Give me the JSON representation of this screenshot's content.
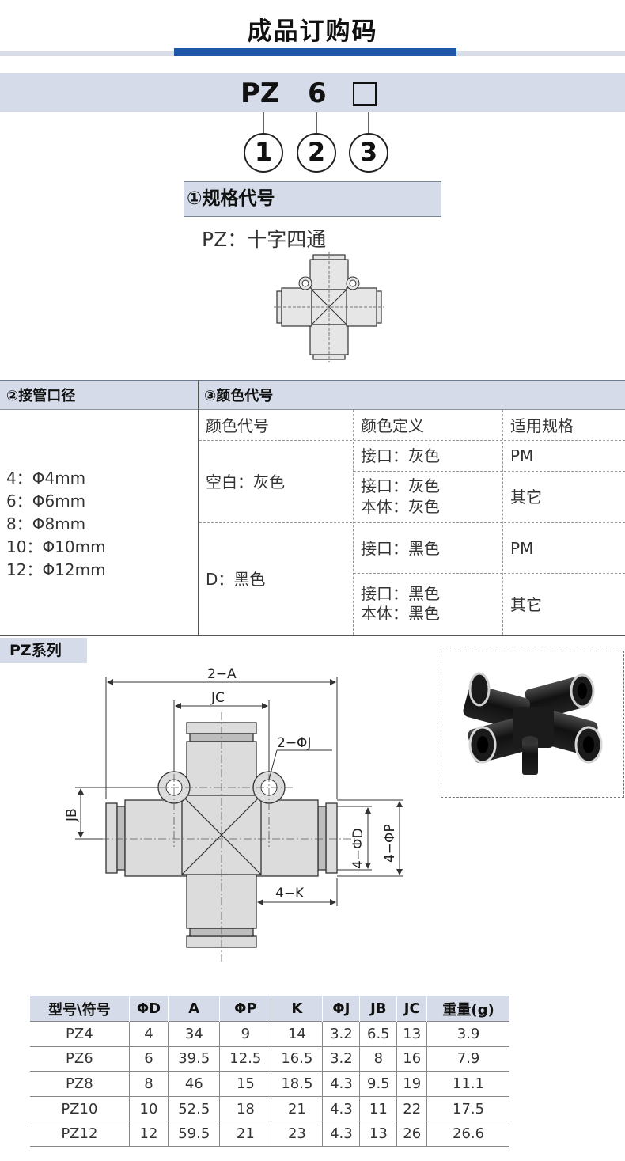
{
  "header": {
    "title": "成品订购码"
  },
  "code": {
    "part1": "PZ",
    "part2": "6",
    "circles": [
      "1",
      "2",
      "3"
    ]
  },
  "spec": {
    "heading": "①规格代号",
    "text": "PZ：十字四通"
  },
  "options": {
    "size_heading": "②接管口径",
    "color_heading": "③颜色代号",
    "sizes": [
      "4：Φ4mm",
      "6：Φ6mm",
      "8：Φ8mm",
      "10：Φ10mm",
      "12：Φ12mm"
    ],
    "color_table": {
      "headers": [
        "颜色代号",
        "颜色定义",
        "适用规格"
      ],
      "groups": [
        {
          "code": "空白：灰色",
          "rows": [
            {
              "definition": [
                "接口：灰色"
              ],
              "spec": "PM"
            },
            {
              "definition": [
                "接口：灰色",
                "本体：灰色"
              ],
              "spec": "其它"
            }
          ]
        },
        {
          "code": "D：黑色",
          "rows": [
            {
              "definition": [
                "接口：黑色"
              ],
              "spec": "PM"
            },
            {
              "definition": [
                "接口：黑色",
                "本体：黑色"
              ],
              "spec": "其它"
            }
          ]
        }
      ]
    }
  },
  "series": {
    "label": "PZ系列",
    "drawing_labels": {
      "width": "2−A",
      "jc": "JC",
      "hole": "2−ΦJ",
      "jb": "JB",
      "d": "4−ΦD",
      "p": "4−ΦP",
      "k": "4−K"
    }
  },
  "dim_table": {
    "headers": [
      "型号\\符号",
      "ΦD",
      "A",
      "ΦP",
      "K",
      "ΦJ",
      "JB",
      "JC",
      "重量(g)"
    ],
    "rows": [
      [
        "PZ4",
        "4",
        "34",
        "9",
        "14",
        "3.2",
        "6.5",
        "13",
        "3.9"
      ],
      [
        "PZ6",
        "6",
        "39.5",
        "12.5",
        "16.5",
        "3.2",
        "8",
        "16",
        "7.9"
      ],
      [
        "PZ8",
        "8",
        "46",
        "15",
        "18.5",
        "4.3",
        "9.5",
        "19",
        "11.1"
      ],
      [
        "PZ10",
        "10",
        "52.5",
        "18",
        "21",
        "4.3",
        "11",
        "22",
        "17.5"
      ],
      [
        "PZ12",
        "12",
        "59.5",
        "21",
        "23",
        "4.3",
        "13",
        "26",
        "26.6"
      ]
    ]
  },
  "colors": {
    "accent": "#1f57a8",
    "band": "#d5dbe8",
    "fitting_body": "#dcdcdc",
    "fitting_dark": "#141414"
  }
}
